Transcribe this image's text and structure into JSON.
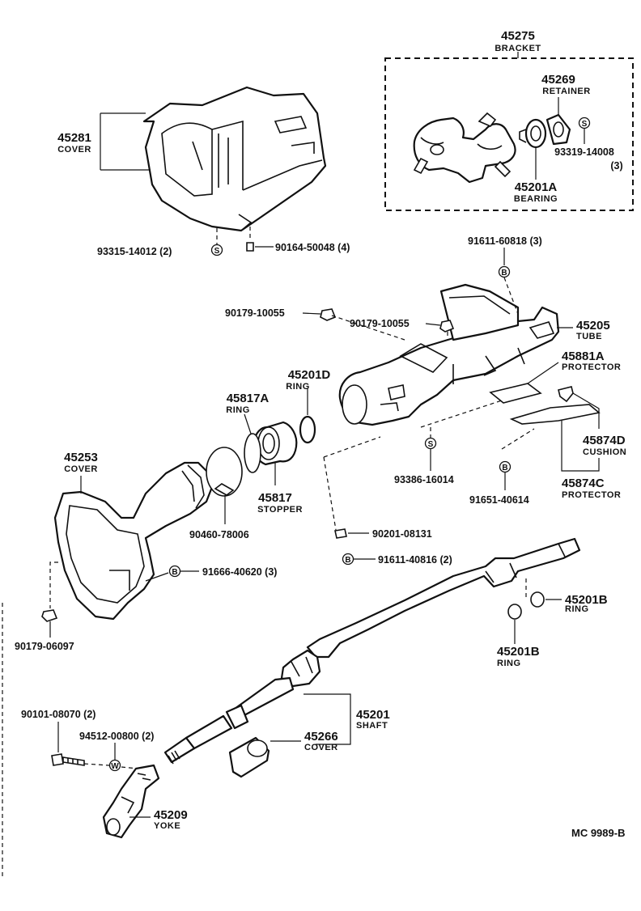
{
  "callouts": {
    "bracket": {
      "part": "45275",
      "name": "BRACKET"
    },
    "retainer": {
      "part": "45269",
      "name": "RETAINER"
    },
    "screw_93319": {
      "part": "93319-14008",
      "qty": "(3)",
      "symbol": "S"
    },
    "bearing": {
      "part": "45201A",
      "name": "BEARING"
    },
    "cover_upper": {
      "part": "45281",
      "name": "COVER"
    },
    "screw_93315": {
      "part": "93315-14012 (2)",
      "symbol": "S"
    },
    "bolt_90164": {
      "part": "90164-50048 (4)"
    },
    "bolt_91611_60818": {
      "part": "91611-60818 (3)",
      "symbol": "B"
    },
    "nut_90179_left": {
      "part": "90179-10055"
    },
    "nut_90179_right": {
      "part": "90179-10055"
    },
    "tube": {
      "part": "45205",
      "name": "TUBE"
    },
    "protector_a": {
      "part": "45881A",
      "name": "PROTECTOR"
    },
    "ring_d": {
      "part": "45201D",
      "name": "RING"
    },
    "ring_817a": {
      "part": "45817A",
      "name": "RING"
    },
    "stopper": {
      "part": "45817",
      "name": "STOPPER"
    },
    "cushion": {
      "part": "45874D",
      "name": "CUSHION"
    },
    "protector_c": {
      "part": "45874C",
      "name": "PROTECTOR"
    },
    "screw_93386": {
      "part": "93386-16014",
      "symbol": "S"
    },
    "bolt_91651": {
      "part": "91651-40614",
      "symbol": "B"
    },
    "cover_lower": {
      "part": "45253",
      "name": "COVER"
    },
    "clamp_90460": {
      "part": "90460-78006"
    },
    "nut_90201": {
      "part": "90201-08131"
    },
    "bolt_91611_40816": {
      "part": "91611-40816 (2)",
      "symbol": "B"
    },
    "bolt_91666": {
      "part": "91666-40620 (3)",
      "symbol": "B"
    },
    "nut_90179_06097": {
      "part": "90179-06097"
    },
    "ring_b_right": {
      "part": "45201B",
      "name": "RING"
    },
    "ring_b_left": {
      "part": "45201B",
      "name": "RING"
    },
    "bolt_90101": {
      "part": "90101-08070 (2)"
    },
    "washer_94512": {
      "part": "94512-00800 (2)",
      "symbol": "W"
    },
    "shaft": {
      "part": "45201",
      "name": "SHAFT"
    },
    "cover_466": {
      "part": "45266",
      "name": "COVER"
    },
    "yoke": {
      "part": "45209",
      "name": "YOKE"
    }
  },
  "footer": {
    "code": "MC  9989-B"
  }
}
